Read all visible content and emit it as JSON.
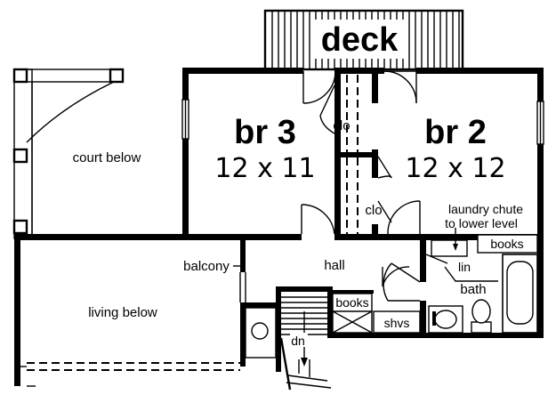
{
  "labels": {
    "deck": "deck",
    "br3_name": "br 3",
    "br3_size": "12 x 11",
    "br2_name": "br 2",
    "br2_size": "12 x 12",
    "clo_upper": "clo",
    "clo_lower": "clo",
    "court": "court below",
    "living": "living below",
    "balcony": "balcony",
    "hall": "hall",
    "laundry_line1": "laundry chute",
    "laundry_line2": "to lower level",
    "books_right": "books",
    "books_left": "books",
    "lin": "lin",
    "bath": "bath",
    "shvs": "shvs",
    "dn": "dn"
  }
}
